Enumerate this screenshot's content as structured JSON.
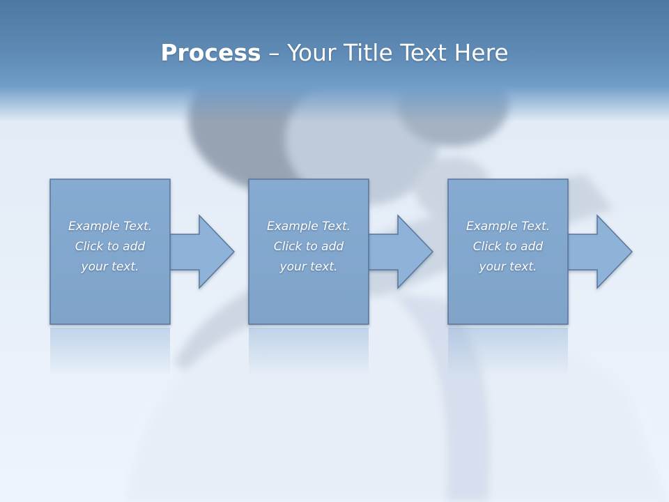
{
  "slide": {
    "title_bold": "Process",
    "title_rest": " – Your Title Text Here",
    "steps": [
      {
        "line1": "Example Text.",
        "line2": "Click  to add",
        "line3": "your text."
      },
      {
        "line1": "Example Text.",
        "line2": "Click  to add",
        "line3": "your text."
      },
      {
        "line1": "Example Text.",
        "line2": "Click  to add",
        "line3": "your text."
      }
    ]
  },
  "colors": {
    "title_band": "#5f8bb6",
    "box_fill": "#8bb0d6",
    "box_border": "#5a7597",
    "arrow_fill": "#8fb3d8",
    "background": "#eaf2fb"
  }
}
